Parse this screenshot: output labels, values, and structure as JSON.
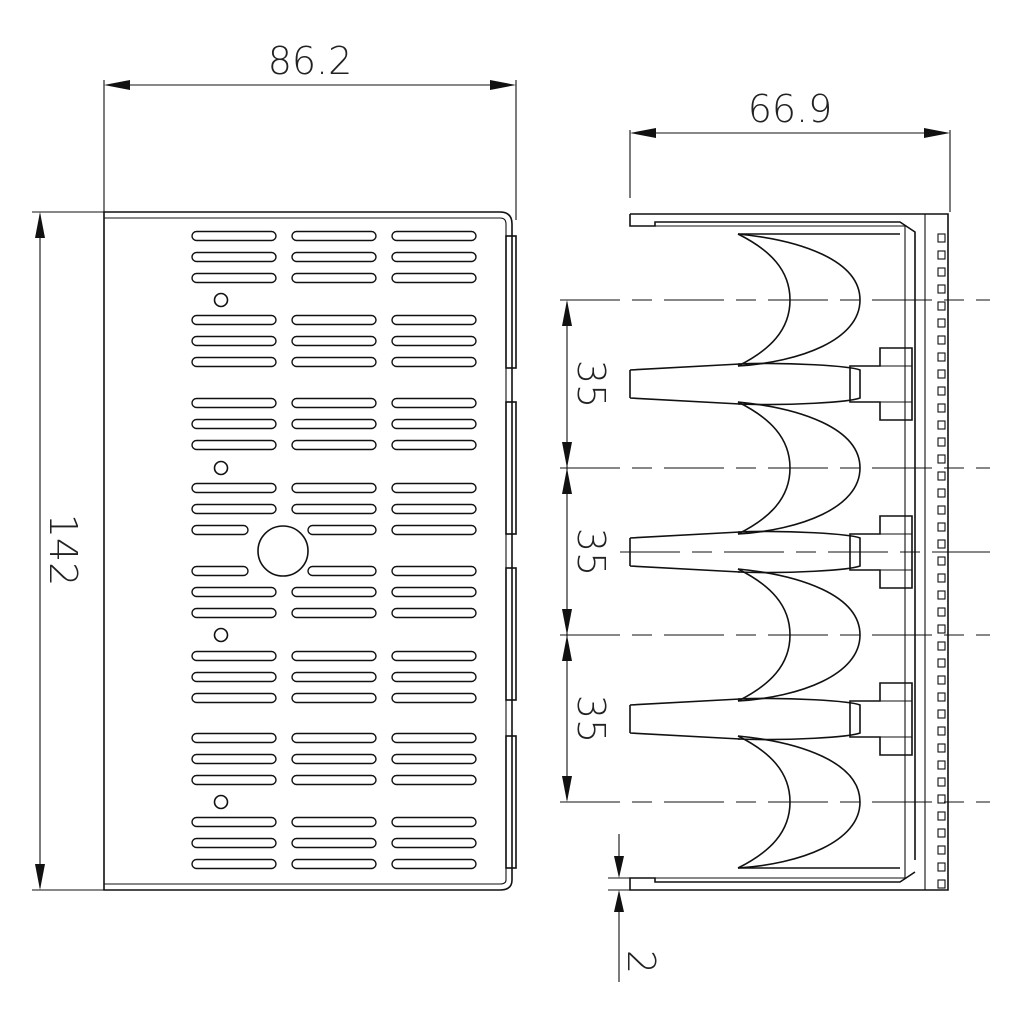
{
  "dimensions": {
    "front_width": "86.2",
    "front_height": "142",
    "side_width": "66.9",
    "pitch_1": "35",
    "pitch_2": "35",
    "pitch_3": "35",
    "wall": "2"
  }
}
